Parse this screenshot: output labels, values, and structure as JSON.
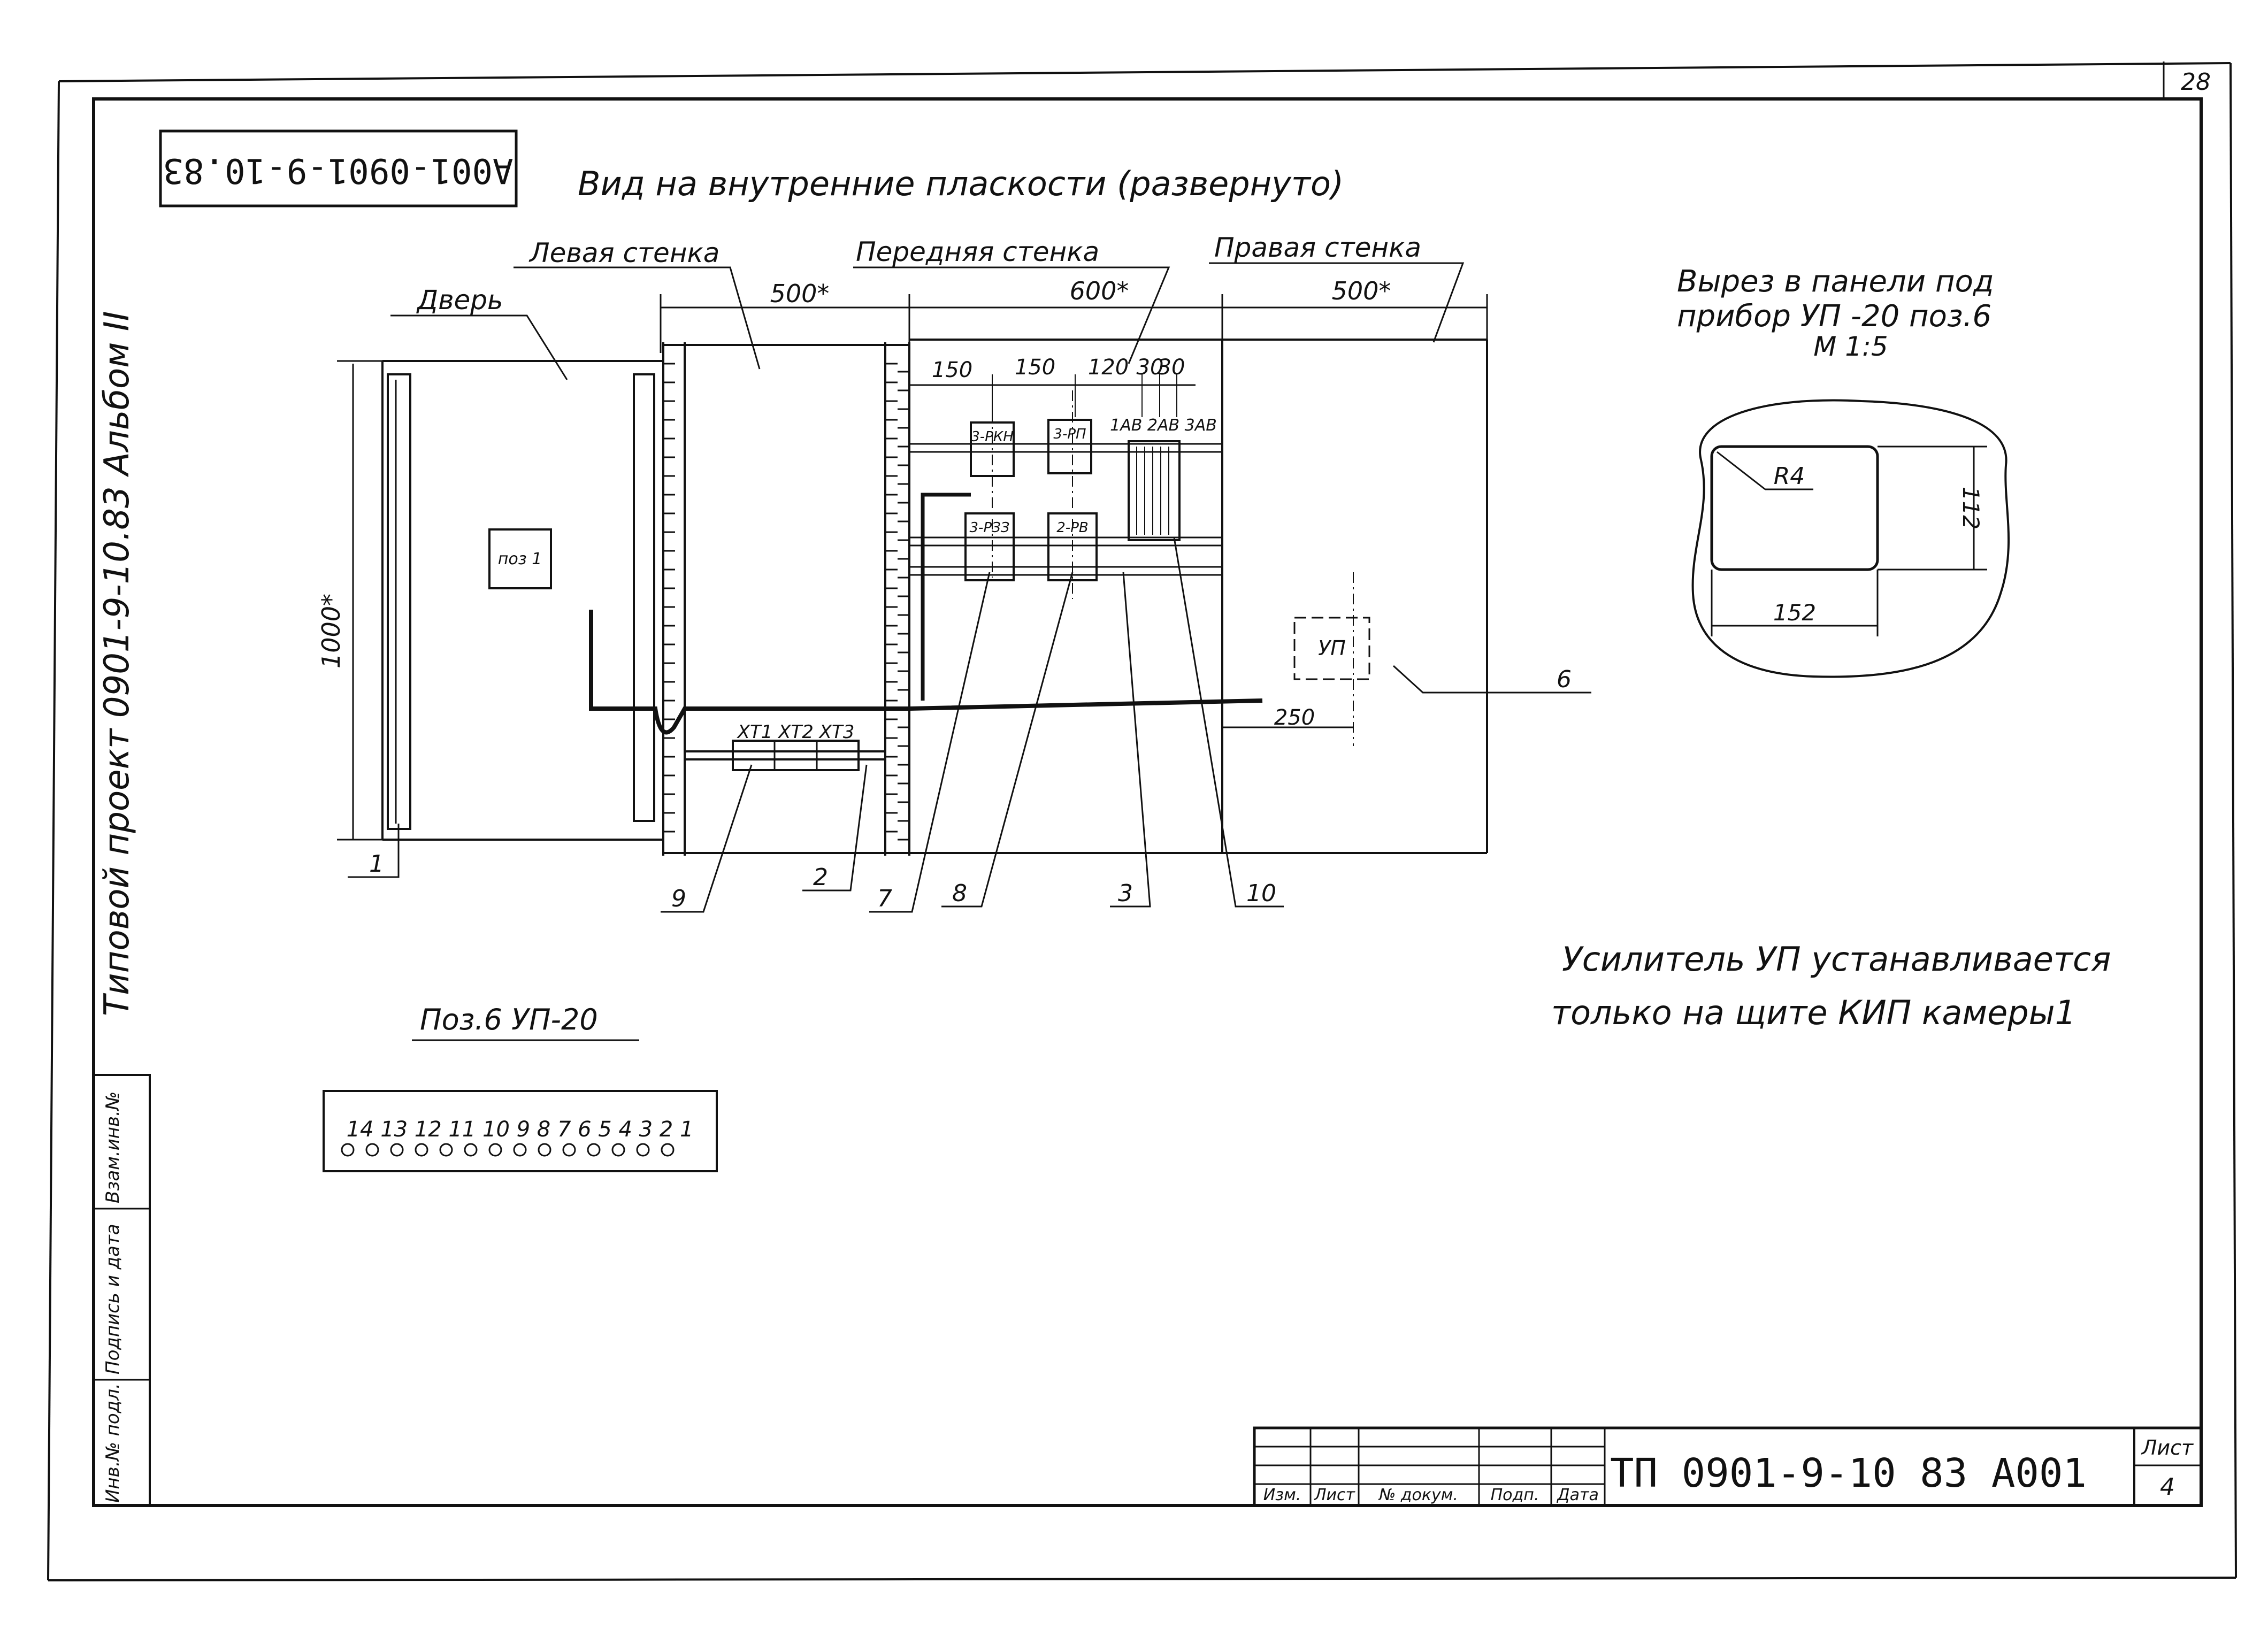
{
  "sheet_number_corner": "28",
  "stamp_rotated": "А001-0901-9-10.83",
  "album_side_title": "Типовой проект 0901-9-10.83   Альбом II",
  "side_boxes": [
    "Инв.№ подл.",
    "Подпись и дата",
    "Взам.инв.№"
  ],
  "main_title": "Вид на внутренние пласкости (развернуто)",
  "labels": {
    "door": "Дверь",
    "left_wall": "Левая стенка",
    "front_wall": "Передняя стенка",
    "right_wall": "Правая стенка",
    "pos1": "поз 1",
    "up": "УП"
  },
  "dimensions": {
    "width_left": "500*",
    "width_front": "600*",
    "width_right": "500*",
    "height": "1000*",
    "d150a": "150",
    "d150b": "150",
    "d120": "120",
    "d30a": "30",
    "d30b": "30",
    "d250": "250"
  },
  "devices": {
    "r_kn": "3-РКН",
    "r_p": "3-РП",
    "r_zz": "3-РЗЗ",
    "r_v": "2-РВ",
    "breakers": "1АВ 2АВ 3АВ",
    "terminals": "ХТ1 ХТ2 ХТ3"
  },
  "callouts": [
    "1",
    "9",
    "2",
    "7",
    "8",
    "3",
    "10",
    "6"
  ],
  "cutout": {
    "title_line1": "Вырез в панели под",
    "title_line2": "прибор УП -20 поз.6",
    "scale": "М 1:5",
    "radius": "R4",
    "dim_height": "112",
    "dim_width": "152"
  },
  "note_line1": "Усилитель УП устанавливается",
  "note_line2": "только  на  щите  КИП камеры1",
  "pos6_title": "Поз.6  УП-20",
  "pos6_pins": "14 13 12 11 10 9 8 7 6 5 4 3 2 1",
  "title_block": {
    "headers": [
      "Изм.",
      "Лист",
      "№ докум.",
      "Подп.",
      "Дата"
    ],
    "code": "ТП 0901-9-10 83   А001",
    "sheet_label": "Лист",
    "sheet_value": "4"
  }
}
